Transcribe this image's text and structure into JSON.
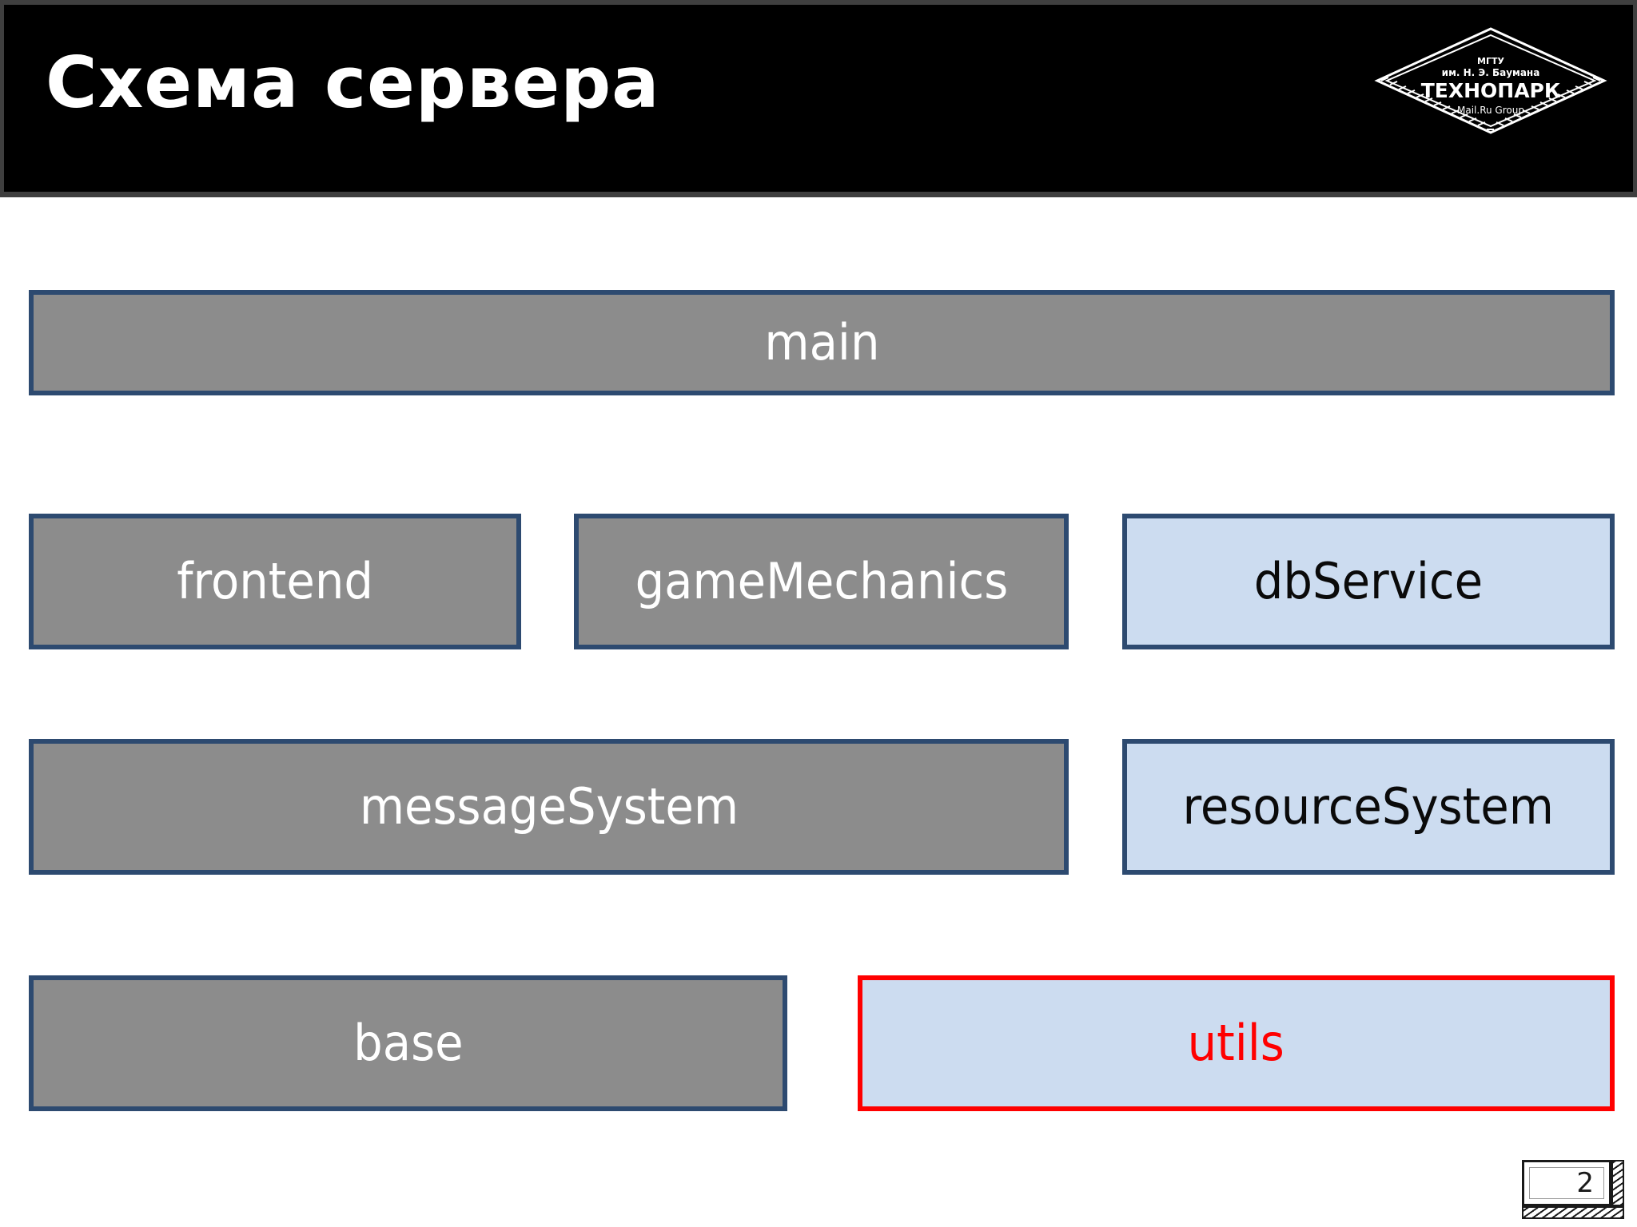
{
  "header": {
    "title": "Схема сервера",
    "background_color": "#000000",
    "title_color": "#ffffff",
    "frame_color": "#3f3f3f",
    "logo": {
      "name": "technopark-logo",
      "line1": "МГТУ",
      "line2": "им. Н. Э. Баумана",
      "line3": "ТЕХНОПАРК",
      "line4": "Mail.Ru Group",
      "shape": "diamond",
      "color": "#ffffff"
    }
  },
  "diagram": {
    "type": "layered-block-diagram",
    "node_border_color": "#2d4a70",
    "gray_fill": "#8c8c8c",
    "blue_fill": "#ccdcf0",
    "highlight_color": "#ff0000",
    "rows": [
      {
        "row": 1,
        "nodes": [
          {
            "id": "main",
            "label": "main",
            "fill": "gray",
            "highlighted": false
          }
        ]
      },
      {
        "row": 2,
        "nodes": [
          {
            "id": "frontend",
            "label": "frontend",
            "fill": "gray",
            "highlighted": false
          },
          {
            "id": "gameMechanics",
            "label": "gameMechanics",
            "fill": "gray",
            "highlighted": false
          },
          {
            "id": "dbService",
            "label": "dbService",
            "fill": "blue",
            "highlighted": false
          }
        ]
      },
      {
        "row": 3,
        "nodes": [
          {
            "id": "messageSystem",
            "label": "messageSystem",
            "fill": "gray",
            "highlighted": false
          },
          {
            "id": "resourceSystem",
            "label": "resourceSystem",
            "fill": "blue",
            "highlighted": false
          }
        ]
      },
      {
        "row": 4,
        "nodes": [
          {
            "id": "base",
            "label": "base",
            "fill": "gray",
            "highlighted": false
          },
          {
            "id": "utils",
            "label": "utils",
            "fill": "blue",
            "highlighted": true
          }
        ]
      }
    ]
  },
  "footer": {
    "page_number": "2"
  }
}
